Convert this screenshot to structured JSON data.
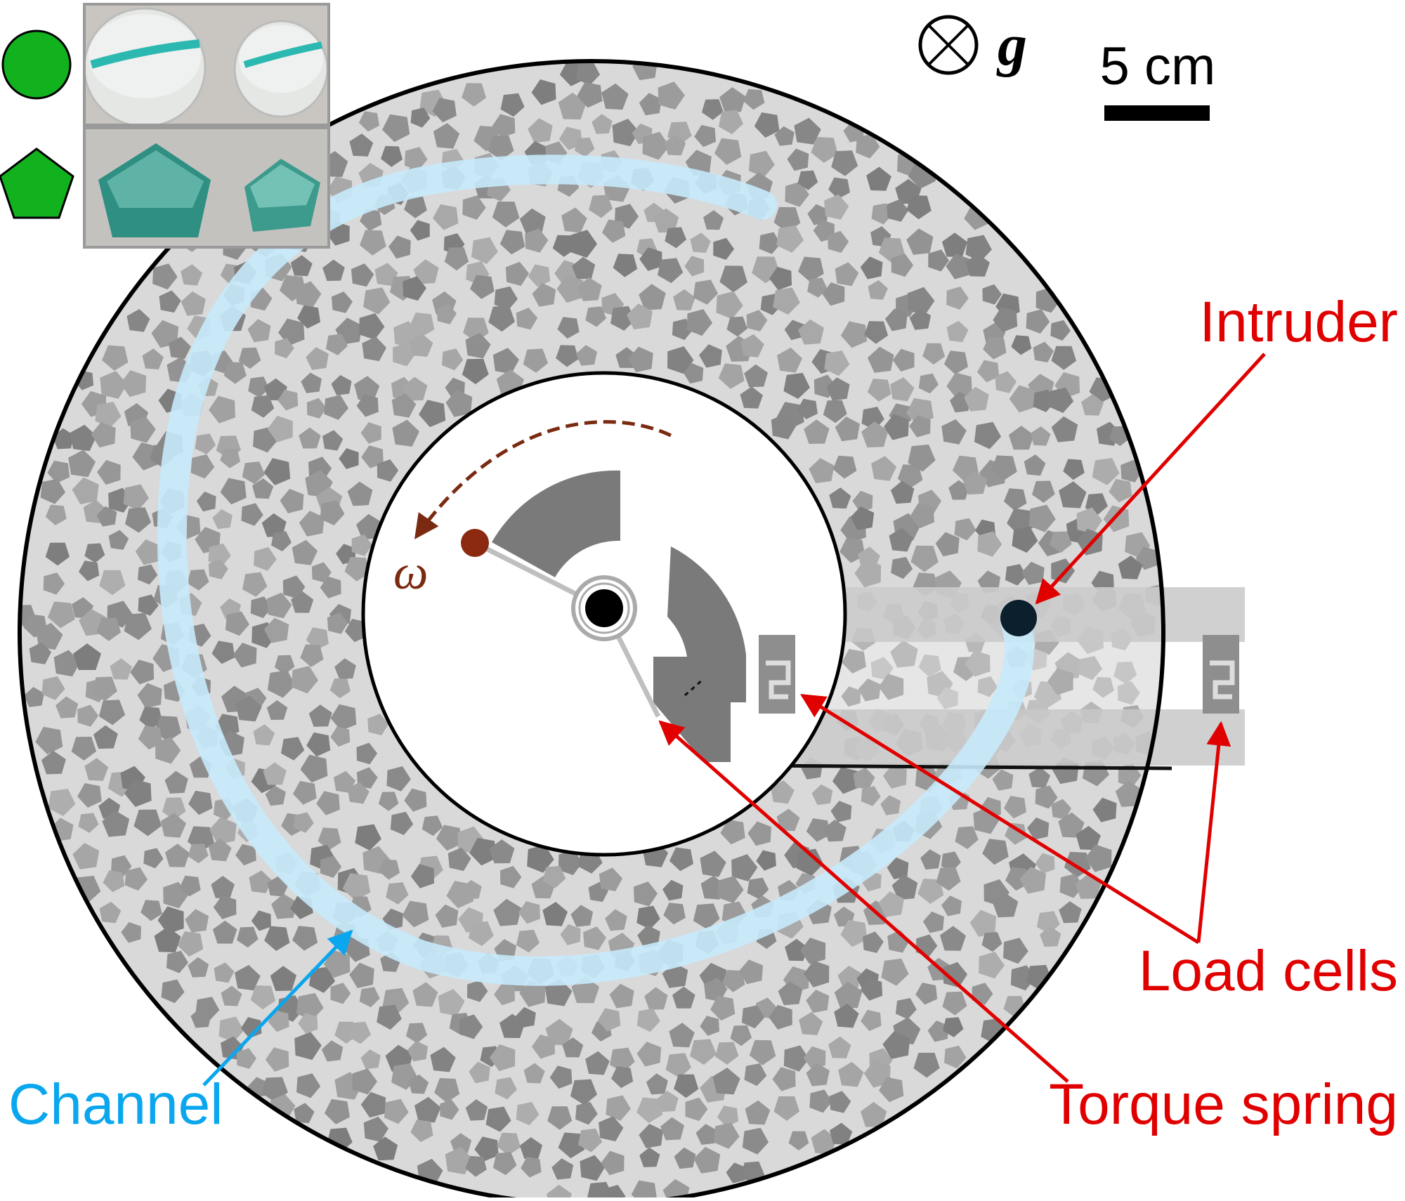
{
  "labels": {
    "intruder": "Intruder",
    "load_cells": "Load cells",
    "torque_spring": "Torque spring",
    "channel": "Channel",
    "omega": "ω",
    "gravity": "g",
    "scale": "5 cm"
  },
  "colors": {
    "annotation_red": "#e00000",
    "channel_blue": "#0aa6ee",
    "channel_fill": "#c6e9fb",
    "rotation_arrow": "#7a2a10",
    "particle_gray": "#8f8f8f",
    "inset_green": "#12b21f",
    "inset_cyan": "#2bb8b0"
  },
  "inset": {
    "shapes": [
      "circle-icon",
      "pentagon-icon"
    ]
  },
  "icons": {
    "gravity": "into-page-circle-cross-icon",
    "shaft": "center-shaft-icon"
  }
}
